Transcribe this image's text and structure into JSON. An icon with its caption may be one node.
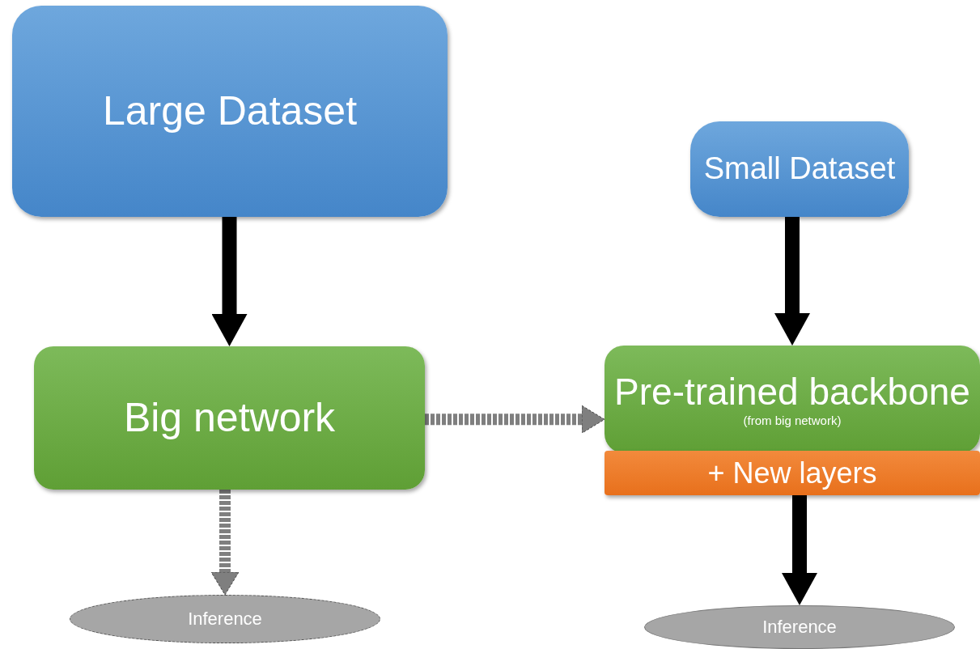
{
  "diagram": {
    "nodes": [
      {
        "text": [
          "Large Dataset"
        ]
      },
      {
        "text": [
          "Big network"
        ]
      },
      {
        "text": [
          "Inference"
        ]
      },
      {
        "text": [
          "Small Dataset"
        ]
      },
      {
        "text": [
          "Pre-trained backbone",
          "(from big network)"
        ]
      },
      {
        "text": [
          "+ New layers"
        ]
      },
      {
        "text": [
          "Inference"
        ]
      }
    ],
    "edges": [
      {
        "from": 0,
        "to": 1,
        "arrow": "to"
      },
      {
        "from": 1,
        "to": 2,
        "arrow": "to",
        "style": "dashed",
        "color": "#7f7f7f"
      },
      {
        "from": 1,
        "to": 4,
        "arrow": "to",
        "style": "dashed",
        "color": "#7f7f7f"
      },
      {
        "from": 3,
        "to": 4,
        "arrow": "to"
      },
      {
        "from": 5,
        "to": 6,
        "arrow": "to"
      }
    ]
  }
}
